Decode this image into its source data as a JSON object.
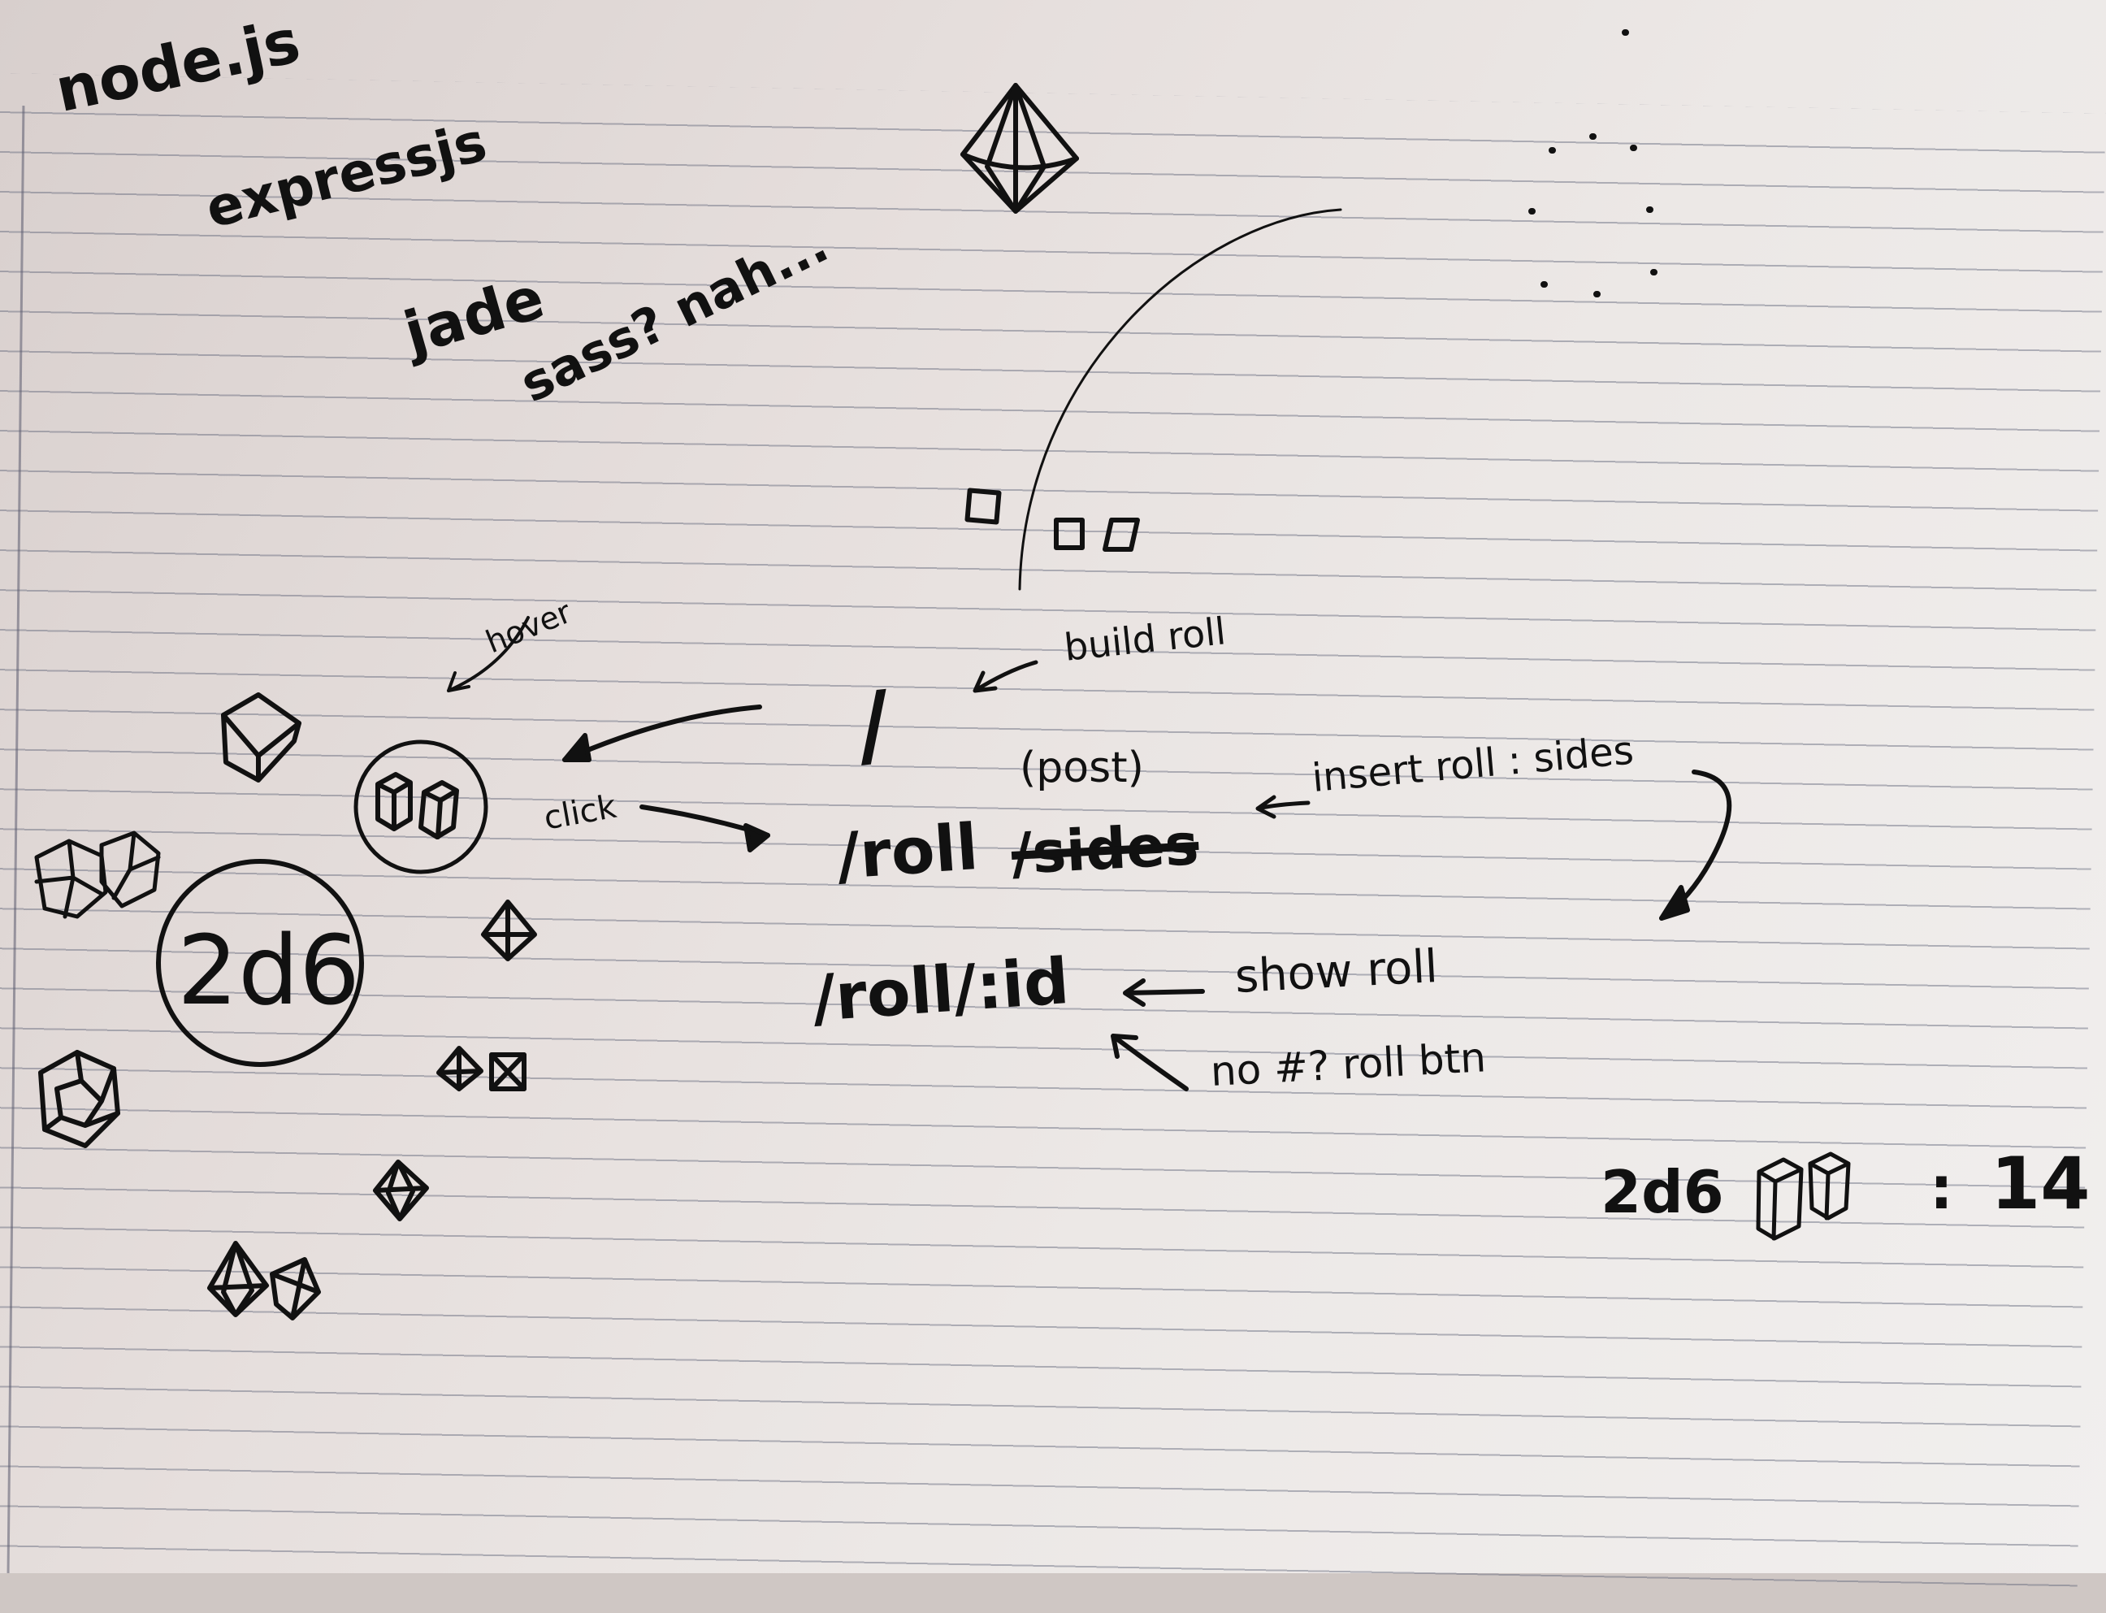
{
  "notes": {
    "tech": [
      "node.js",
      "expressjs",
      "jade",
      "sass? nah..."
    ],
    "routes": [
      "/",
      "/roll",
      "/roll/:id"
    ],
    "route_strikeout": "/sides",
    "post_label": "(post)",
    "annotations": {
      "build_roll": "build roll",
      "insert_roll": "insert roll : sides",
      "show_roll": "show roll",
      "no_hash": "no #? roll btn",
      "click": "click",
      "hover": "hover"
    },
    "dice_badge": "2d6",
    "result": {
      "label": "2d6",
      "equals": ":",
      "value": "14"
    }
  },
  "ink_color": "#111111"
}
